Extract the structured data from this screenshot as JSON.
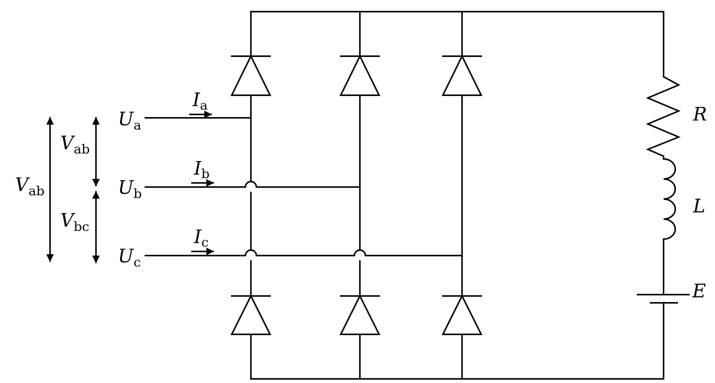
{
  "diagram": {
    "title": "Three-phase diode bridge rectifier with RLE load",
    "inputs": [
      {
        "node": "U",
        "sub": "a",
        "current": "I",
        "current_sub": "a"
      },
      {
        "node": "U",
        "sub": "b",
        "current": "I",
        "current_sub": "b"
      },
      {
        "node": "U",
        "sub": "c",
        "current": "I",
        "current_sub": "c"
      }
    ],
    "voltages": [
      {
        "sym": "V",
        "sub": "ab",
        "span": "a-c"
      },
      {
        "sym": "V",
        "sub": "ab",
        "span": "a-b"
      },
      {
        "sym": "V",
        "sub": "bc",
        "span": "b-c"
      }
    ],
    "load": {
      "resistor": "R",
      "inductor": "L",
      "source": "E"
    },
    "diodes": {
      "upper_count": 3,
      "lower_count": 3
    },
    "colors": {
      "line": "#000000",
      "background": "#ffffff"
    }
  }
}
